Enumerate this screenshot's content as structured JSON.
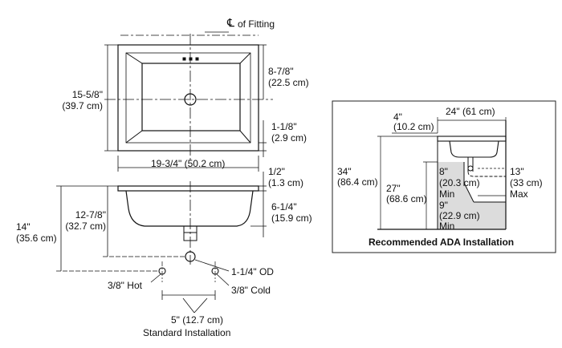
{
  "standard": {
    "centerline_label": "of Fitting",
    "centerline_symbol": "℄",
    "width_in": "19-3/4\"",
    "width_cm": "(50.2 cm)",
    "depth_in": "15-5/8\"",
    "depth_cm": "(39.7 cm)",
    "drain_offset_in": "8-7/8\"",
    "drain_offset_cm": "(22.5 cm)",
    "rim_edge_in": "1-1/8\"",
    "rim_edge_cm": "(2.9 cm)",
    "rim_thick_in": "1/2\"",
    "rim_thick_cm": "(1.3 cm)",
    "bowl_depth_in": "6-1/4\"",
    "bowl_depth_cm": "(15.9 cm)",
    "drain_height_in": "12-7/8\"",
    "drain_height_cm": "(32.7 cm)",
    "supply_height_in": "14\"",
    "supply_height_cm": "(35.6 cm)",
    "outlet_label": "1-1/4\" OD",
    "hot_label": "3/8\" Hot",
    "cold_label": "3/8\" Cold",
    "supply_spacing": "5\" (12.7 cm)",
    "caption": "Standard Installation"
  },
  "ada": {
    "caption": "Recommended ADA Installation",
    "width_in": "24\" (61 cm)",
    "setback_in": "4\"",
    "setback_cm": "(10.2 cm)",
    "total_height_in": "34\"",
    "total_height_cm": "(86.4 cm)",
    "knee_height_in": "27\"",
    "knee_height_cm": "(68.6 cm)",
    "toe_a_in": "8\"",
    "toe_a_cm": "(20.3 cm)",
    "toe_a_qual": "Min",
    "toe_b_in": "9\"",
    "toe_b_cm": "(22.9 cm)",
    "toe_b_qual": "Min",
    "max_in": "13\"",
    "max_cm": "(33 cm)",
    "max_qual": "Max"
  },
  "colors": {
    "line": "#111111",
    "fill_gray": "#dcdcdc",
    "box_border": "#222222"
  }
}
